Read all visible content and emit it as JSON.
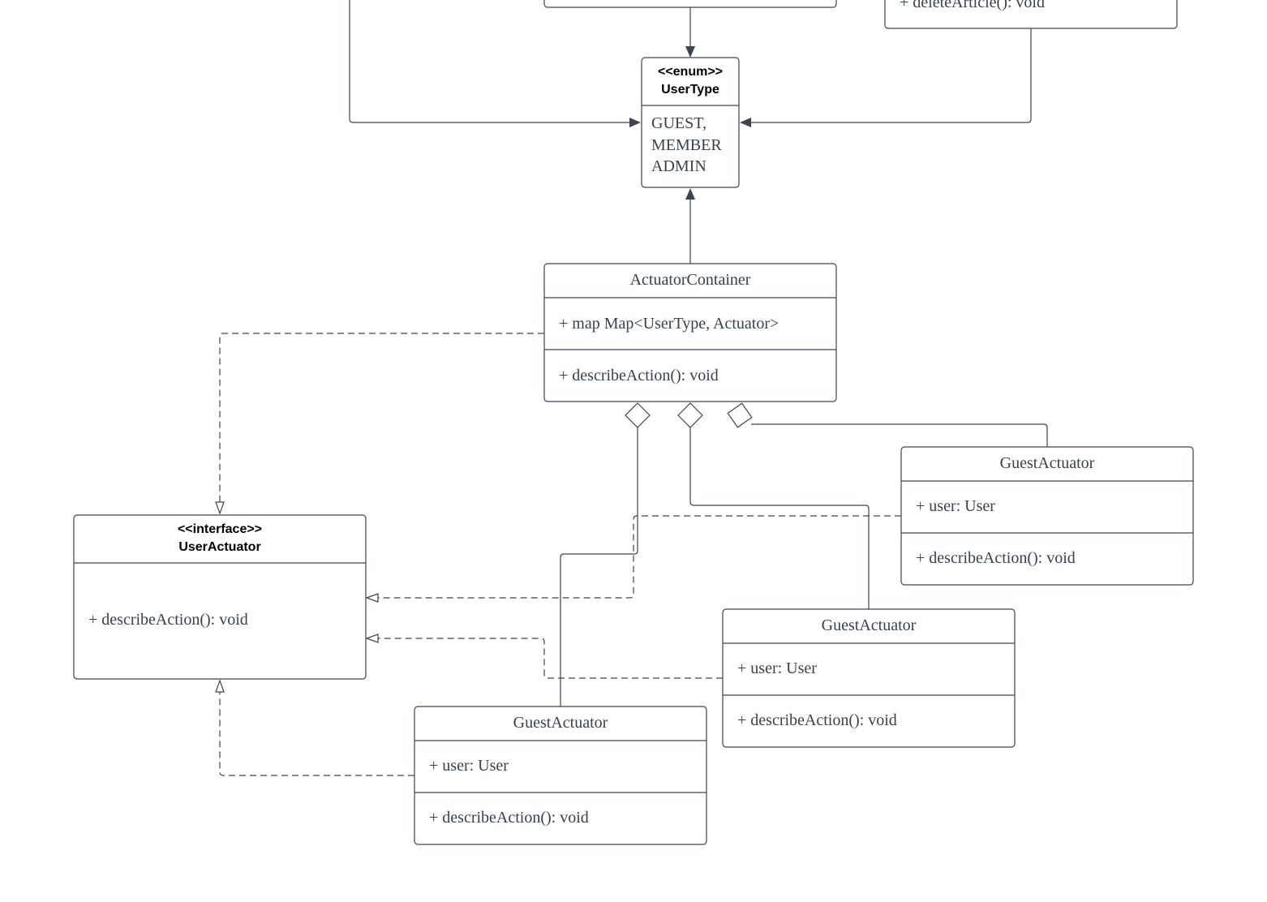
{
  "top_right_class": {
    "method": "+ deleteArticle(): void"
  },
  "user_type": {
    "stereotype": "<<enum>>",
    "name": "UserType",
    "values": [
      "GUEST,",
      "MEMBER",
      "ADMIN"
    ]
  },
  "actuator_container": {
    "name": "ActuatorContainer",
    "attribute": "+ map Map<UserType, Actuator>",
    "method": "+ describeAction(): void"
  },
  "user_actuator": {
    "stereotype": "<<interface>>",
    "name": "UserActuator",
    "method": "+ describeAction(): void"
  },
  "guest_actuators": [
    {
      "name": "GuestActuator",
      "attribute": "+ user: User",
      "method": "+ describeAction(): void"
    },
    {
      "name": "GuestActuator",
      "attribute": "+ user: User",
      "method": "+ describeAction(): void"
    },
    {
      "name": "GuestActuator",
      "attribute": "+ user: User",
      "method": "+ describeAction(): void"
    }
  ],
  "colors": {
    "stroke": "#3e4450",
    "text": "#3a414a"
  }
}
